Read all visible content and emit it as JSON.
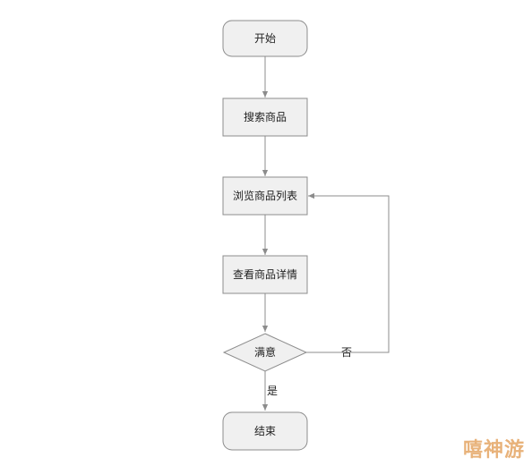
{
  "flowchart": {
    "nodes": {
      "start": "开始",
      "search": "搜索商品",
      "browse": "浏览商品列表",
      "detail": "查看商品详情",
      "decision": "满意",
      "end": "结束"
    },
    "edges": {
      "no_label": "否",
      "yes_label": "是"
    }
  },
  "watermark": "嘻神游",
  "colors": {
    "node_fill": "#f0f0f0",
    "node_stroke": "#8c8c8c",
    "edge": "#8c8c8c",
    "watermark": "#e8b27a"
  }
}
